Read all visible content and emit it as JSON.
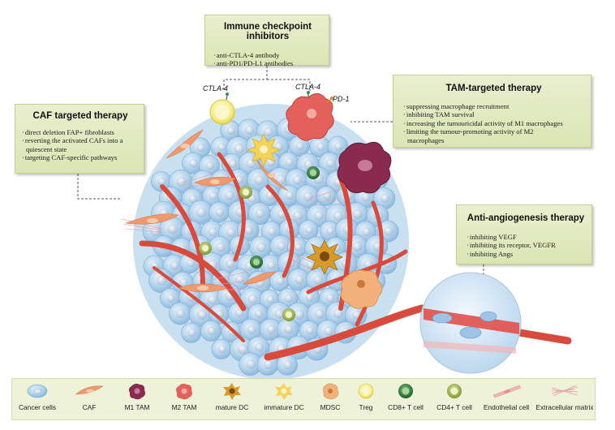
{
  "boxes": {
    "immune_checkpoint": {
      "title": "Immune checkpoint inhibitors",
      "items": [
        "anti-CTLA-4 antibody",
        "anti-PD1/PD-L1 antibodies"
      ]
    },
    "caf": {
      "title": "CAF targeted therapy",
      "items": [
        "direct deletion FAP+ fibroblasts",
        "reverting the activated CAFs into a",
        "quiescent state",
        "targeting CAF-specific pathways"
      ]
    },
    "tam": {
      "title": "TAM-targeted therapy",
      "items": [
        "suppressing macrophage recruitment",
        "inhibiting TAM survival",
        "increasing the tumouricidal activity of M1 macrophages",
        "limiting the tumour-promoting activity of M2",
        "macrophages"
      ]
    },
    "angio": {
      "title": "Anti-angiogenesis therapy",
      "items": [
        "inhibiting VEGF",
        "inhibiting its receptor, VEGFR",
        "inhibiting Angs"
      ]
    }
  },
  "cell_labels": {
    "ctla4_left": "CTLA-4",
    "ctla4_right": "CTLA-4",
    "pd1": "PD-1"
  },
  "legend": [
    {
      "label": "Cancer cells",
      "icon": "cancer-cell"
    },
    {
      "label": "CAF",
      "icon": "caf"
    },
    {
      "label": "M1 TAM",
      "icon": "m1-tam"
    },
    {
      "label": "M2 TAM",
      "icon": "m2-tam"
    },
    {
      "label": "mature DC",
      "icon": "mature-dc"
    },
    {
      "label": "immature DC",
      "icon": "immature-dc"
    },
    {
      "label": "MDSC",
      "icon": "mdsc"
    },
    {
      "label": "Treg",
      "icon": "treg"
    },
    {
      "label": "CD8+ T cell",
      "icon": "cd8-t-cell"
    },
    {
      "label": "CD4+ T cell",
      "icon": "cd4-t-cell"
    },
    {
      "label": "Endothelial cell",
      "icon": "endothelial-cell"
    },
    {
      "label": "Extracellular matrix",
      "icon": "extracellular-matrix"
    }
  ],
  "colors": {
    "box_fill": "#dfe8bb",
    "tumour": "#a9cdea",
    "vessel": "#d84a3c",
    "caf": "#ef9a6e",
    "m1_tam": "#8a2a4c",
    "m2_tam": "#e4605b",
    "treg": "#f3ec8a",
    "cd8": "#2e7a3a",
    "cd4": "#8ea83a"
  }
}
